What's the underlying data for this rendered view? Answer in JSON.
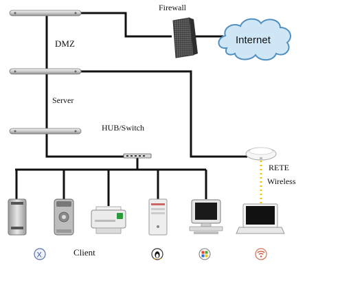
{
  "labels": {
    "firewall": "Firewall",
    "internet": "Internet",
    "dmz": "DMZ",
    "server": "Server",
    "hub_switch": "HUB/Switch",
    "rete": "RETE",
    "wireless": "Wireless",
    "client": "Client"
  },
  "icons": {
    "os_mac": "mac-os-x-icon",
    "os_linux": "linux-tux-icon",
    "os_windows": "windows-logo-icon",
    "wifi": "wifi-icon"
  },
  "colors": {
    "line": "#111111",
    "wireless_link": "#f2c200",
    "cloud_fill": "#cfe6f7",
    "cloud_stroke": "#4f8fc0",
    "firewall_fill": "#555555"
  }
}
